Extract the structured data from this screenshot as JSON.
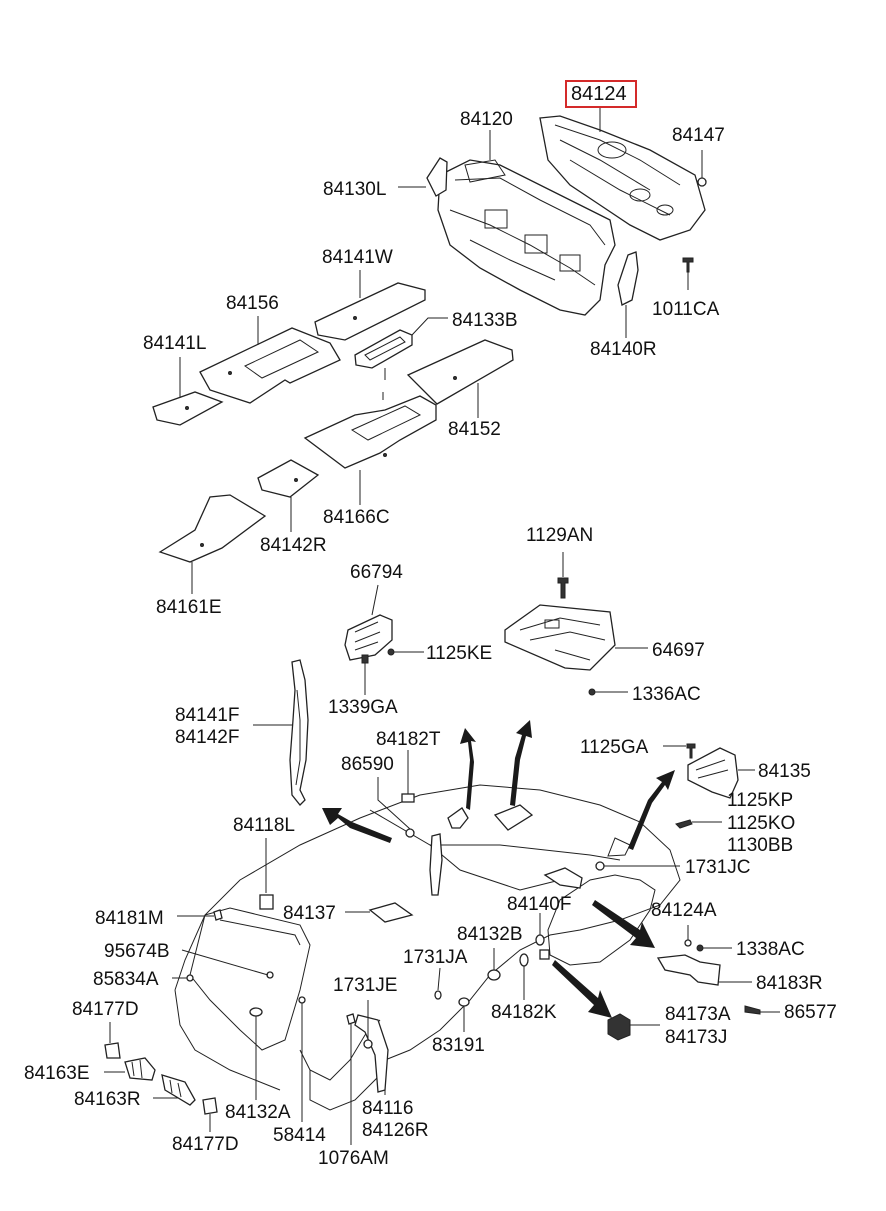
{
  "highlight_part": "84124",
  "labels": {
    "p84124": "84124",
    "p84120": "84120",
    "p84147": "84147",
    "p84130L": "84130L",
    "p1011CA": "1011CA",
    "p84141W": "84141W",
    "p84156": "84156",
    "p84133B": "84133B",
    "p84140R": "84140R",
    "p84141L": "84141L",
    "p84152": "84152",
    "p84166C": "84166C",
    "p84142R": "84142R",
    "p84161E": "84161E",
    "p1129AN": "1129AN",
    "p66794": "66794",
    "p1125KE": "1125KE",
    "p64697": "64697",
    "p1336AC": "1336AC",
    "p1339GA": "1339GA",
    "p84141F": "84141F",
    "p84142F": "84142F",
    "p84182T": "84182T",
    "p86590": "86590",
    "p1125GA": "1125GA",
    "p84135": "84135",
    "p1125KP": "1125KP",
    "p1125KO": "1125KO",
    "p1130BB": "1130BB",
    "p84118L": "84118L",
    "p1731JC": "1731JC",
    "p84181M": "84181M",
    "p84137": "84137",
    "p84140F": "84140F",
    "p84124A": "84124A",
    "p95674B": "95674B",
    "p84132B": "84132B",
    "p1338AC": "1338AC",
    "p1731JA": "1731JA",
    "p85834A": "85834A",
    "p84183R": "84183R",
    "p1731JE": "1731JE",
    "p84177D_top": "84177D",
    "p84182K": "84182K",
    "p84173A": "84173A",
    "p86577": "86577",
    "p84173J": "84173J",
    "p83191": "83191",
    "p84163E": "84163E",
    "p84163R": "84163R",
    "p84116": "84116",
    "p84126R": "84126R",
    "p84132A": "84132A",
    "p58414": "58414",
    "p84177D_bot": "84177D",
    "p1076AM": "1076AM"
  }
}
